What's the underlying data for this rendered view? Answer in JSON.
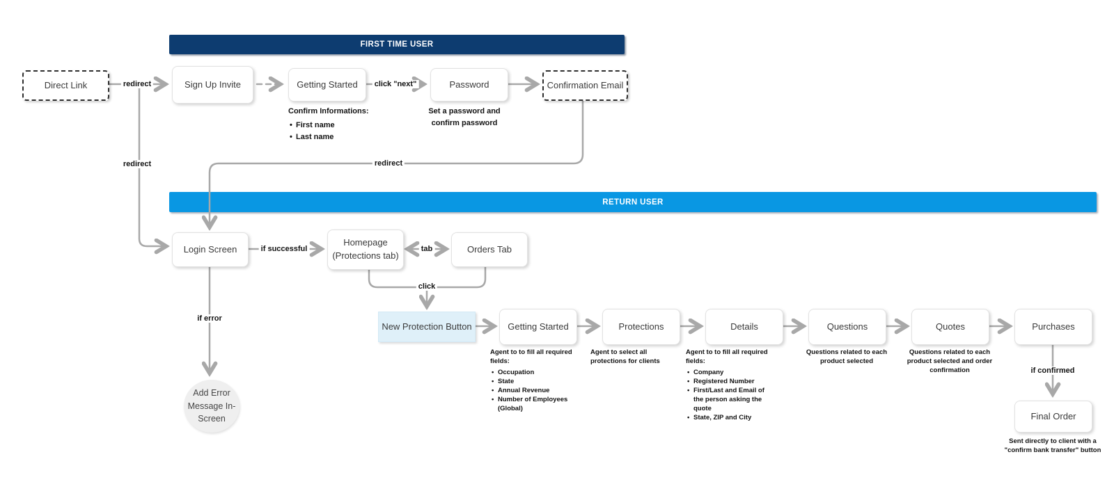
{
  "diagram": {
    "bars": {
      "first_time_user": "FIRST TIME USER",
      "return_user": "RETURN USER"
    },
    "nodes": {
      "direct_link": "Direct Link",
      "sign_up_invite": "Sign Up Invite",
      "getting_started_1": "Getting Started",
      "password": "Password",
      "confirmation_email": "Confirmation Email",
      "login_screen": "Login Screen",
      "homepage": {
        "line1": "Homepage",
        "line2": "(Protections tab)"
      },
      "orders_tab": "Orders Tab",
      "new_protection_button": "New Protection Button",
      "getting_started_2": "Getting Started",
      "protections": "Protections",
      "details": "Details",
      "questions": "Questions",
      "quotes": "Quotes",
      "purchases": "Purchases",
      "final_order": "Final Order",
      "error_circle": "Add Error Message In-Screen"
    },
    "edge_labels": {
      "redirect_1": "redirect",
      "redirect_2": "redirect",
      "redirect_3": "redirect",
      "click_next": "click \"next\"",
      "if_successful": "if successful",
      "tab": "tab",
      "click": "click",
      "if_error": "if error",
      "if_confirmed": "if confirmed"
    },
    "notes": {
      "confirm_info": {
        "title": "Confirm Informations:",
        "items": [
          "First name",
          "Last name"
        ]
      },
      "set_password": "Set a password and confirm password",
      "gs2": {
        "title": "Agent to to fill all required fields:",
        "items": [
          "Occupation",
          "State",
          "Annual Revenue",
          "Number of Employees (Global)"
        ]
      },
      "protections": "Agent to select all protections for clients",
      "details": {
        "title": "Agent to to fill all required fields:",
        "items": [
          "Company",
          "Registered Number",
          "First/Last and Email of the person asking the quote",
          "State, ZIP and City"
        ]
      },
      "questions": "Questions related to each product selected",
      "quotes": "Questions related to each product selected and order confirmation",
      "final_order": "Sent directly to client with a \"confirm bank transfer\" button"
    },
    "colors": {
      "first_time_bar": "#0D3C70",
      "return_bar": "#0997E3",
      "highlight_fill": "#DFF0F9",
      "connector": "#A8A8A8"
    }
  }
}
